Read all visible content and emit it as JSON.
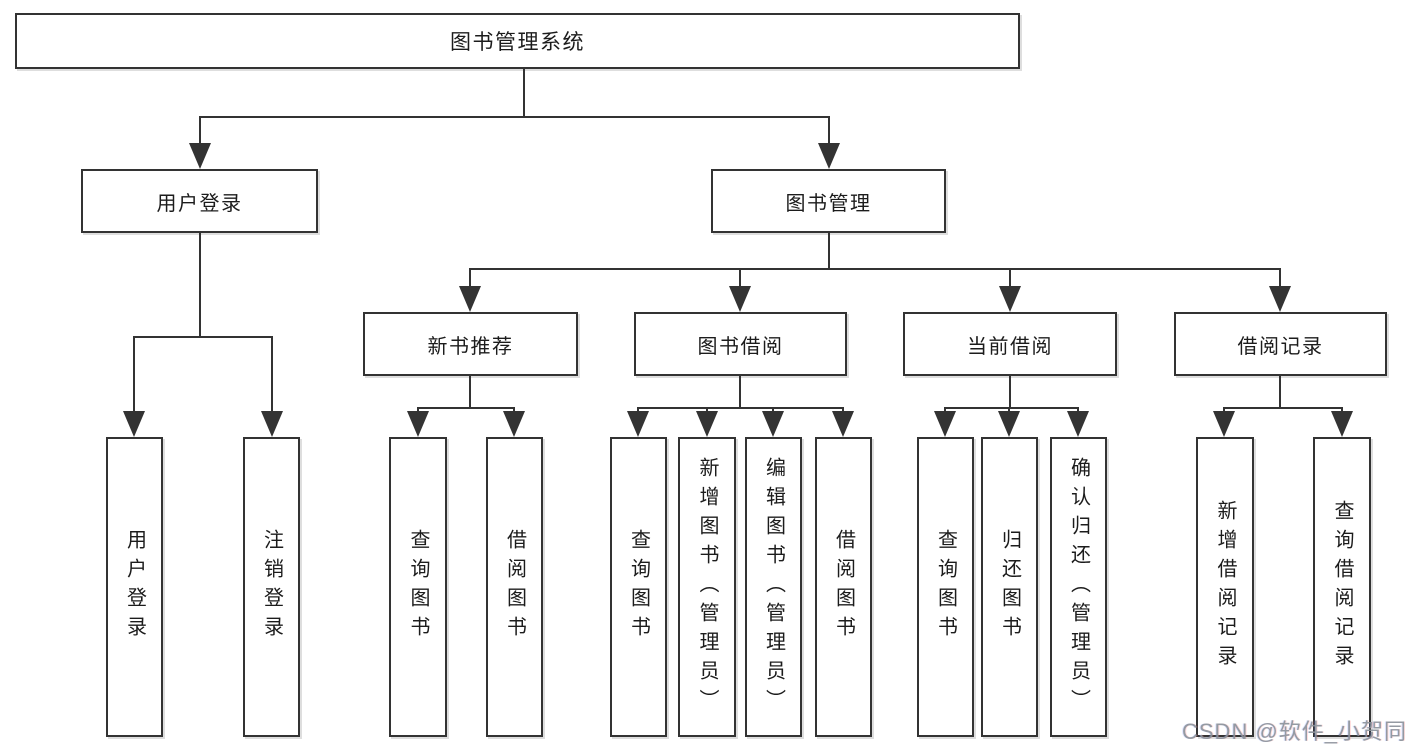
{
  "nodes": {
    "root": "图书管理系统",
    "level2": [
      "用户登录",
      "图书管理"
    ],
    "level3": [
      "新书推荐",
      "图书借阅",
      "当前借阅",
      "借阅记录"
    ],
    "leaves": [
      "用户登录",
      "注销登录",
      "查询图书",
      "借阅图书",
      "查询图书",
      "新增图书（管理员）",
      "编辑图书（管理员）",
      "借阅图书",
      "查询图书",
      "归还图书",
      "确认归还（管理员）",
      "新增借阅记录",
      "查询借阅记录"
    ]
  },
  "watermark": "CSDN @软件_小贺同学",
  "colors": {
    "line": "#333333",
    "box_border": "#333333",
    "text": "#1c1c1c",
    "watermark": "#8b929b",
    "background": "#ffffff"
  }
}
